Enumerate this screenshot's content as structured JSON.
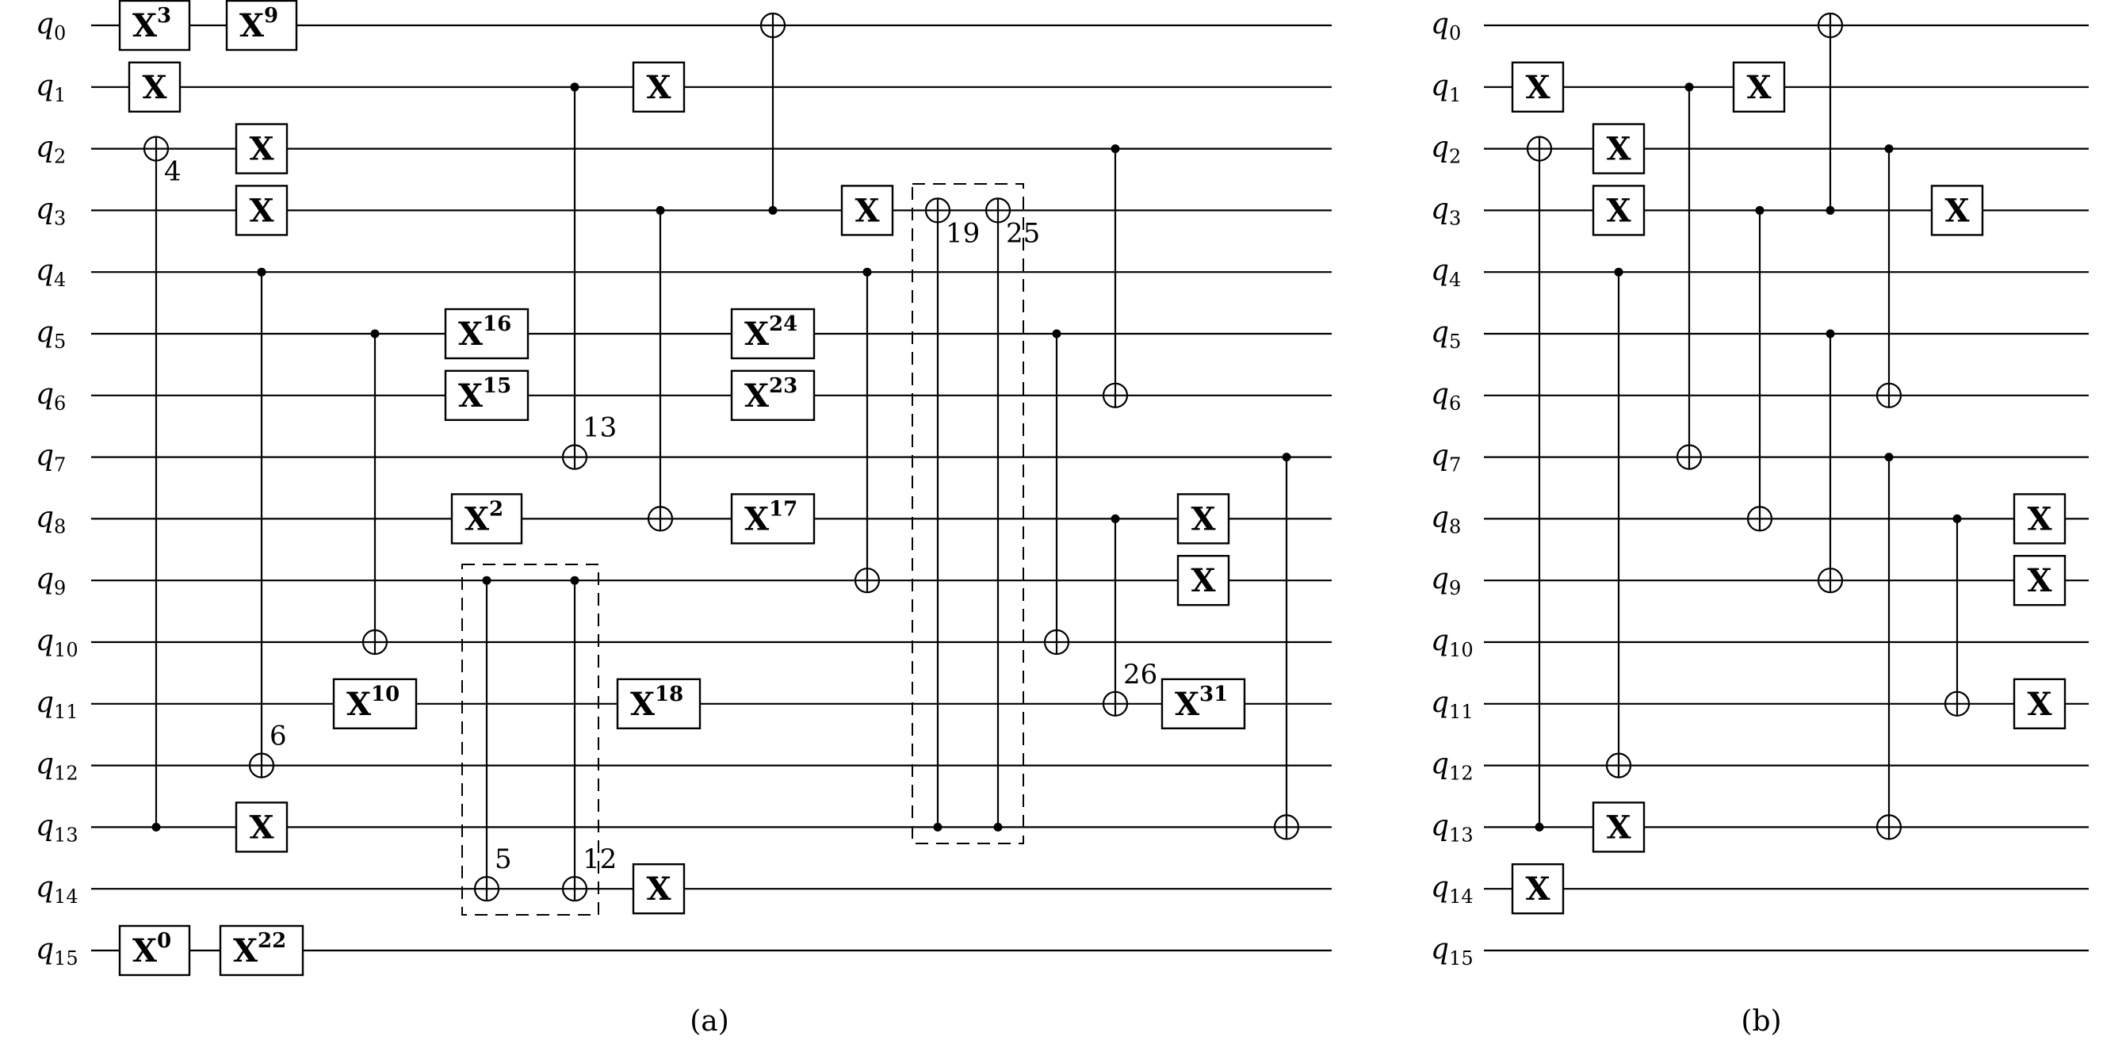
{
  "qubits": [
    "0",
    "1",
    "2",
    "3",
    "4",
    "5",
    "6",
    "7",
    "8",
    "9",
    "10",
    "11",
    "12",
    "13",
    "14",
    "15"
  ],
  "panels": [
    {
      "id": "a",
      "caption": "(a)",
      "gates": [
        {
          "type": "x",
          "q": 0,
          "col": 195,
          "exp": "3"
        },
        {
          "type": "x",
          "q": 0,
          "col": 330,
          "exp": "9"
        },
        {
          "type": "x",
          "q": 15,
          "col": 195,
          "exp": "0"
        },
        {
          "type": "x",
          "q": 15,
          "col": 330,
          "exp": "22"
        },
        {
          "type": "x",
          "q": 1,
          "col": 195,
          "exp": ""
        },
        {
          "type": "cx",
          "c": 13,
          "t": 2,
          "col": 197,
          "label": "4"
        },
        {
          "type": "x",
          "q": 2,
          "col": 330,
          "exp": ""
        },
        {
          "type": "x",
          "q": 3,
          "col": 330,
          "exp": ""
        },
        {
          "type": "x",
          "q": 13,
          "col": 330,
          "exp": ""
        },
        {
          "type": "cx",
          "c": 4,
          "t": 12,
          "col": 330,
          "label": "6"
        },
        {
          "type": "x",
          "q": 11,
          "col": 473,
          "exp": "10"
        },
        {
          "type": "cx",
          "c": 5,
          "t": 10,
          "col": 473,
          "label": ""
        },
        {
          "type": "x",
          "q": 5,
          "col": 614,
          "exp": "16"
        },
        {
          "type": "x",
          "q": 6,
          "col": 614,
          "exp": "15"
        },
        {
          "type": "x",
          "q": 8,
          "col": 614,
          "exp": "2"
        },
        {
          "type": "cx",
          "c": 9,
          "t": 14,
          "col": 614,
          "label": "5"
        },
        {
          "type": "cx",
          "c": 1,
          "t": 7,
          "col": 725,
          "label": "13"
        },
        {
          "type": "cx",
          "c": 9,
          "t": 14,
          "col": 725,
          "label": "12"
        },
        {
          "type": "x",
          "q": 1,
          "col": 831,
          "exp": ""
        },
        {
          "type": "x",
          "q": 11,
          "col": 831,
          "exp": "18"
        },
        {
          "type": "x",
          "q": 14,
          "col": 831,
          "exp": ""
        },
        {
          "type": "cx",
          "c": 3,
          "t": 8,
          "col": 833,
          "label": ""
        },
        {
          "type": "cx",
          "c": 3,
          "t": 0,
          "col": 975,
          "label": ""
        },
        {
          "type": "x",
          "q": 5,
          "col": 975,
          "exp": "24"
        },
        {
          "type": "x",
          "q": 6,
          "col": 975,
          "exp": "23"
        },
        {
          "type": "x",
          "q": 8,
          "col": 975,
          "exp": "17"
        },
        {
          "type": "x",
          "q": 3,
          "col": 1094,
          "exp": ""
        },
        {
          "type": "cx",
          "c": 4,
          "t": 9,
          "col": 1094,
          "label": ""
        },
        {
          "type": "cx",
          "c": 13,
          "t": 3,
          "col": 1183,
          "label": "19"
        },
        {
          "type": "cx",
          "c": 13,
          "t": 3,
          "col": 1259,
          "label": "25"
        },
        {
          "type": "cx",
          "c": 5,
          "t": 10,
          "col": 1333,
          "label": ""
        },
        {
          "type": "cx",
          "c": 2,
          "t": 6,
          "col": 1407,
          "label": ""
        },
        {
          "type": "cx",
          "c": 8,
          "t": 11,
          "col": 1407,
          "label": "26"
        },
        {
          "type": "x",
          "q": 8,
          "col": 1518,
          "exp": ""
        },
        {
          "type": "x",
          "q": 9,
          "col": 1518,
          "exp": ""
        },
        {
          "type": "x",
          "q": 11,
          "col": 1518,
          "exp": "31"
        },
        {
          "type": "cx",
          "c": 7,
          "t": 13,
          "col": 1623,
          "label": ""
        }
      ]
    },
    {
      "id": "b",
      "caption": "(b)",
      "gates": [
        {
          "type": "x",
          "q": 1,
          "col": 1940,
          "exp": ""
        },
        {
          "type": "x",
          "q": 14,
          "col": 1940,
          "exp": ""
        },
        {
          "type": "cx",
          "c": 13,
          "t": 2,
          "col": 1942,
          "label": ""
        },
        {
          "type": "x",
          "q": 2,
          "col": 2042,
          "exp": ""
        },
        {
          "type": "x",
          "q": 3,
          "col": 2042,
          "exp": ""
        },
        {
          "type": "x",
          "q": 13,
          "col": 2042,
          "exp": ""
        },
        {
          "type": "cx",
          "c": 4,
          "t": 12,
          "col": 2042,
          "label": ""
        },
        {
          "type": "cx",
          "c": 1,
          "t": 7,
          "col": 2131,
          "label": ""
        },
        {
          "type": "x",
          "q": 1,
          "col": 2219,
          "exp": ""
        },
        {
          "type": "cx",
          "c": 3,
          "t": 8,
          "col": 2220,
          "label": ""
        },
        {
          "type": "cx",
          "c": 3,
          "t": 0,
          "col": 2309,
          "label": ""
        },
        {
          "type": "cx",
          "c": 5,
          "t": 9,
          "col": 2309,
          "label": ""
        },
        {
          "type": "cx",
          "c": 2,
          "t": 6,
          "col": 2383,
          "label": ""
        },
        {
          "type": "cx",
          "c": 7,
          "t": 13,
          "col": 2383,
          "label": ""
        },
        {
          "type": "x",
          "q": 3,
          "col": 2469,
          "exp": ""
        },
        {
          "type": "cx",
          "c": 8,
          "t": 11,
          "col": 2469,
          "label": ""
        },
        {
          "type": "x",
          "q": 8,
          "col": 2573,
          "exp": ""
        },
        {
          "type": "x",
          "q": 9,
          "col": 2573,
          "exp": ""
        },
        {
          "type": "x",
          "q": 11,
          "col": 2573,
          "exp": ""
        }
      ]
    }
  ]
}
